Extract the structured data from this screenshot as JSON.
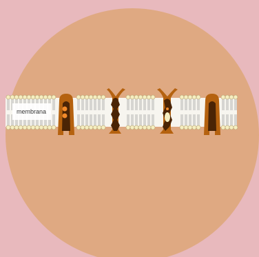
{
  "diagram": {
    "membrane_label": "membrana",
    "colors": {
      "background": "#e8b9bd",
      "cell": "#dfa982",
      "lipid_head": "#f6eec0",
      "lipid_head_stroke": "#b9a878",
      "lipid_tail": "#9a9a9a",
      "membrane_core": "#f7f5ef",
      "protein_outer": "#b5620f",
      "protein_inner": "#4a2405",
      "highlight": "#f28a2a",
      "cavity": "#f6eec0"
    },
    "proteins": [
      {
        "name": "carrier-protein-1",
        "shape": "closed-top",
        "bound_particles": 2
      },
      {
        "name": "channel-protein-2",
        "shape": "open-top",
        "bound_particles": 0
      },
      {
        "name": "channel-protein-3",
        "shape": "open-top",
        "bound_particles": 1
      },
      {
        "name": "carrier-protein-4",
        "shape": "closed-top",
        "bound_particles": 0
      }
    ]
  }
}
